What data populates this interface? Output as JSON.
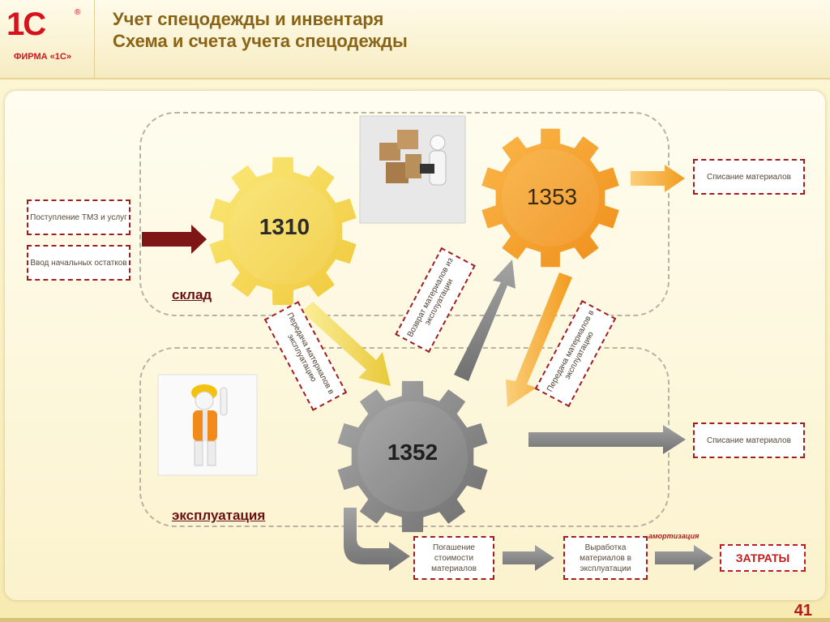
{
  "logo": {
    "mark": "1С",
    "reg": "®",
    "text": "ФИРМА «1С»"
  },
  "header": {
    "title_line1": "Учет спецодежды и инвентаря",
    "title_line2": "Схема и счета учета спецодежды"
  },
  "inputs": {
    "receipt": "Поступление ТМЗ и услуг",
    "opening": "Ввод начальных остатков"
  },
  "gears": {
    "warehouse": "1310",
    "write_off": "1353",
    "operation": "1352"
  },
  "zones": {
    "warehouse": "склад",
    "operation": "эксплуатация"
  },
  "flows": {
    "transfer_to_operation": "Передача материалов в эксплуатацию",
    "return_from_operation": "Возврат материалов из эксплуатации",
    "transfer_from_1353": "Передача материалов в эксплуатацию"
  },
  "outputs": {
    "write_off_top": "Списание материалов",
    "write_off_bottom": "Списание материалов",
    "repayment": "Погашение стоимости материалов",
    "output": "Выработка материалов в эксплуатации",
    "amortization": "амортизация",
    "costs": "ЗАТРАТЫ"
  },
  "page_number": "41",
  "colors": {
    "accent_red": "#a31d1d",
    "gear_yellow": "#f5d84a",
    "gear_orange": "#f5a623",
    "gear_gray": "#808080"
  }
}
